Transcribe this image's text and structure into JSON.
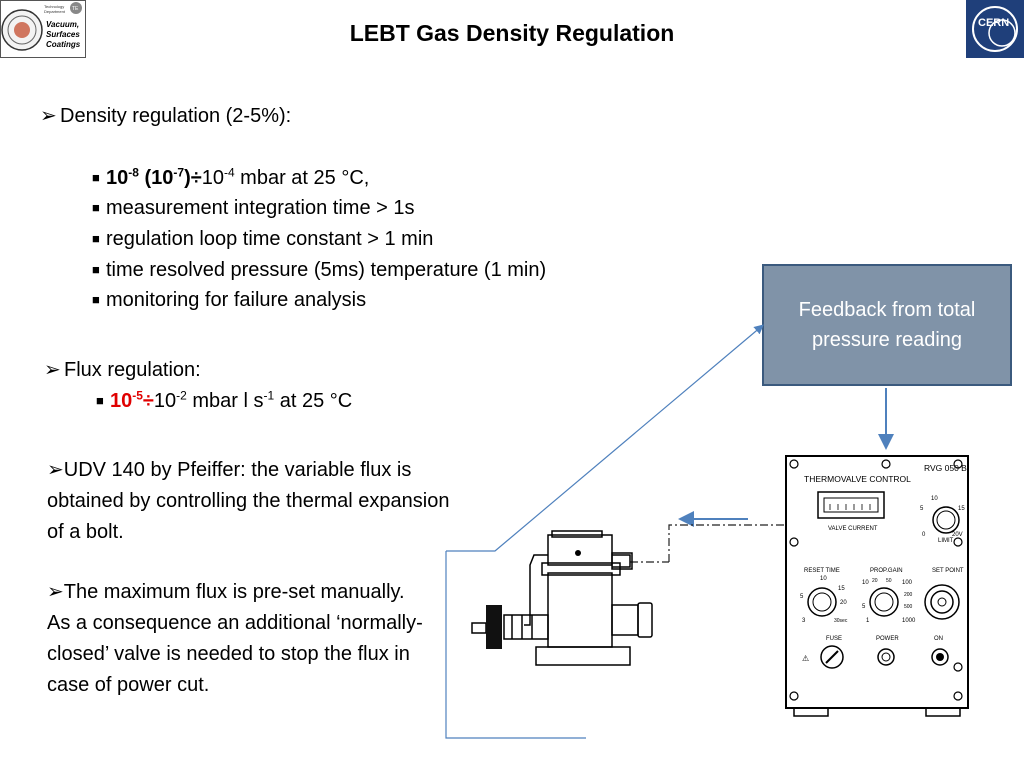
{
  "title": "LEBT Gas Density Regulation",
  "logo_left": {
    "line1": "Technology",
    "line2": "Department",
    "vacuum": "Vacuum,",
    "surfaces": "Surfaces",
    "coatings": "Coatings",
    "badge": "TE"
  },
  "logo_right": {
    "text": "CERN"
  },
  "density": {
    "heading": "Density regulation (2-5%):",
    "items": [
      {
        "base1": "10",
        "exp1": "-8",
        "paren": " (10",
        "exp2": "-7",
        "close": ")÷",
        "base2": "10",
        "exp3": "-4",
        "rest": " mbar at 25 °C,"
      },
      {
        "text": "measurement integration time > 1s"
      },
      {
        "text": "regulation loop time constant > 1 min"
      },
      {
        "text": "time resolved pressure (5ms) temperature (1 min)"
      },
      {
        "text": "monitoring for failure analysis"
      }
    ]
  },
  "flux": {
    "heading": "Flux regulation:",
    "item": {
      "base1": "10",
      "exp1": "-5",
      "div": "÷",
      "base2": "10",
      "exp2": "-2",
      "mid": " mbar l s",
      "exp3": "-1",
      "rest": " at 25 °C"
    }
  },
  "udv_text": "UDV 140 by Pfeiffer: the variable flux is obtained by controlling the thermal expansion of a bolt.",
  "maxflux_text": "The maximum flux is pre-set manually.  As a consequence an additional ‘normally-closed’ valve is needed to stop the flux in case of power cut.",
  "feedback_text": "Feedback from total pressure reading",
  "controller": {
    "model": "RVG 050 B",
    "name": "THERMOVALVE CONTROL",
    "valve_current": "VALVE CURRENT",
    "limit": "LIMIT",
    "limit_scale": [
      "0",
      "5",
      "10",
      "15",
      "20V"
    ],
    "reset_time": "RESET TIME",
    "reset_scale": [
      "3",
      "5",
      "10",
      "15",
      "20",
      "30sec"
    ],
    "prop_gain": "PROP.GAIN",
    "prop_scale": [
      "1",
      "5",
      "10",
      "20",
      "50",
      "100",
      "200",
      "500",
      "1000"
    ],
    "set_point": "SET POINT",
    "fuse": "FUSE",
    "power": "POWER",
    "on": "ON"
  },
  "colors": {
    "arrow_blue": "#4f81bd",
    "feedback_fill": "#8093a8",
    "feedback_border": "#3b5a7e",
    "red": "#e00000"
  }
}
